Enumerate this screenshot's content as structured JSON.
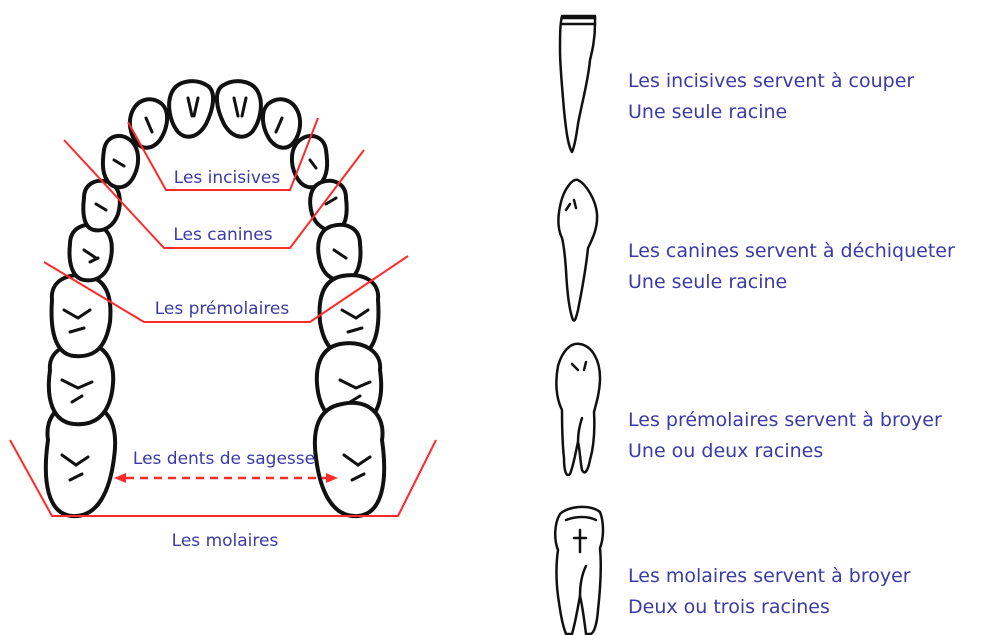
{
  "arch_labels": {
    "incisives": "Les incisives",
    "canines": "Les canines",
    "premolaires": "Les prémolaires",
    "dents_sagesse": "Les dents de sagesse",
    "molaires": "Les molaires"
  },
  "descriptions": [
    {
      "function": "Les incisives servent à couper",
      "roots": "Une seule racine"
    },
    {
      "function": "Les canines servent à déchiqueter",
      "roots": "Une seule racine"
    },
    {
      "function": "Les prémolaires servent à broyer",
      "roots": "Une ou deux racines"
    },
    {
      "function": "Les molaires servent à broyer",
      "roots": "Deux ou trois racines"
    }
  ],
  "icons": [
    "incisor-tooth-icon",
    "canine-tooth-icon",
    "premolar-tooth-icon",
    "molar-tooth-icon"
  ],
  "colors": {
    "label_text": "#3a3aa8",
    "divider_lines": "#ff2a2a",
    "tooth_outline": "#111111"
  }
}
